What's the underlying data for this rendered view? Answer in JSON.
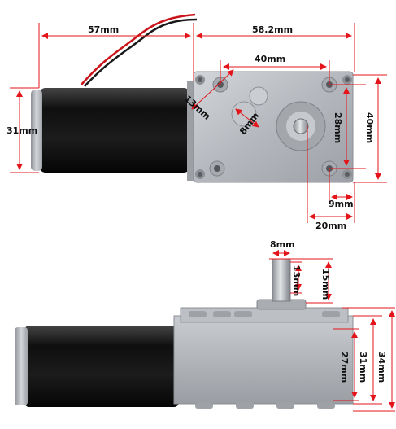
{
  "top_view": {
    "motor_length": "57mm",
    "overall_length": "58.2mm",
    "mount_hole_spacing_w": "40mm",
    "motor_diameter": "31mm",
    "boss_offset_13": "13mm",
    "boss_diameter": "8mm",
    "mount_hole_spacing_h": "28mm",
    "gearbox_height": "40mm",
    "hole_edge_offset": "9mm",
    "shaft_offset": "20mm"
  },
  "side_view": {
    "shaft_diameter": "8mm",
    "shaft_flat_length": "13mm",
    "shaft_length": "15mm",
    "gearbox_body": "27mm",
    "gearbox_thickness": "31mm",
    "overall_height": "34mm"
  },
  "colors": {
    "dimension_line": "#e3151b",
    "motor_body": "#1a1a1a",
    "gearbox_metal": "#b9bdc2",
    "background": "#ffffff"
  }
}
